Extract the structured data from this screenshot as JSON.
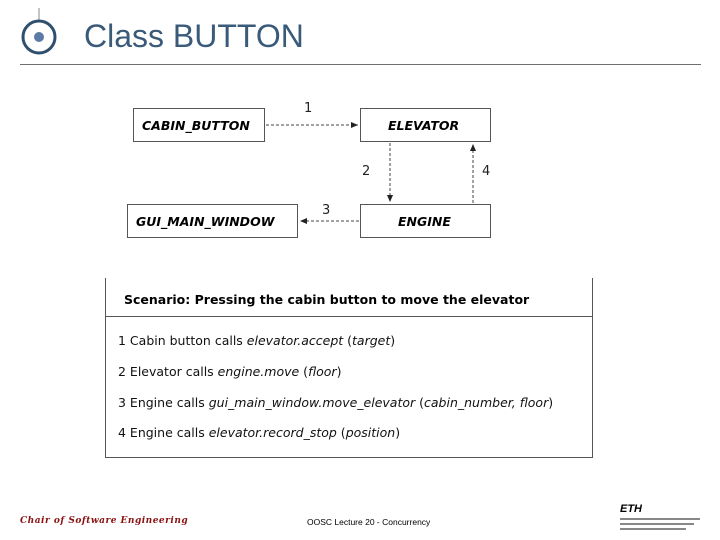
{
  "slide": {
    "title": "Class BUTTON"
  },
  "diagram": {
    "classes": {
      "cabin_button": "CABIN_BUTTON",
      "elevator": "ELEVATOR",
      "gui_main_window": "GUI_MAIN_WINDOW",
      "engine": "ENGINE"
    },
    "arrow_numbers": {
      "n1": "1",
      "n2": "2",
      "n3": "3",
      "n4": "4"
    }
  },
  "scenario": {
    "title": "Scenario: Pressing the cabin button to move the elevator",
    "steps": [
      {
        "prefix": "1 Cabin button calls ",
        "call": "elevator.accept",
        "args_open": " (",
        "arg": "target",
        "args_close": ")"
      },
      {
        "prefix": "2 Elevator calls ",
        "call": "engine.move",
        "args_open": " (",
        "arg": "floor",
        "args_close": ")"
      },
      {
        "prefix": "3 Engine calls ",
        "call": "gui_main_window.move_elevator",
        "args_open": " (",
        "arg": "cabin_number, floor",
        "args_close": ")"
      },
      {
        "prefix": "4 Engine calls ",
        "call": "elevator.record_stop",
        "args_open": " (",
        "arg": "position",
        "args_close": ")"
      }
    ]
  },
  "footer": {
    "left": "Chair of Software Engineering",
    "center": "OOSC  Lecture 20 - Concurrency",
    "logo_text": "ETH"
  },
  "colors": {
    "title": "#3a5a7a",
    "footer_left": "#8a1010",
    "logo_ring": "#2f4f6f",
    "logo_dot": "#5c7aa6"
  }
}
